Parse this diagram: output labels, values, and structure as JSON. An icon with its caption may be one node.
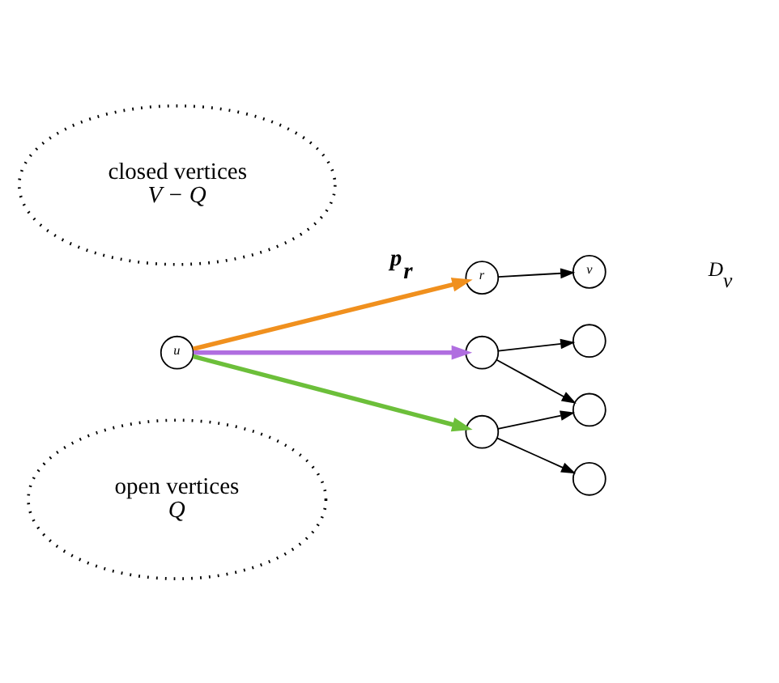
{
  "diagram": {
    "nodes": [
      {
        "text": [
          "closed vertices",
          "V − Q"
        ]
      },
      {
        "text": [
          "open vertices",
          "Q"
        ]
      },
      {
        "text": [
          "u"
        ]
      },
      {
        "text": [
          "r"
        ]
      },
      {
        "text": [
          "v"
        ]
      },
      {
        "text": [],
        "shape": "circle"
      },
      {
        "text": [],
        "shape": "circle"
      },
      {
        "text": [],
        "shape": "circle"
      },
      {
        "text": [],
        "shape": "circle"
      },
      {
        "text": [],
        "shape": "circle"
      }
    ],
    "edges": [
      {
        "from": 2,
        "to": 3,
        "arrow": "to",
        "label": "p$_{r}$",
        "style": "thick",
        "color": "#f0901e"
      },
      {
        "from": 2,
        "to": 6,
        "arrow": "to",
        "style": "thick",
        "color": "#b06ee0"
      },
      {
        "from": 2,
        "to": 8,
        "arrow": "to",
        "style": "thick",
        "color": "#6cbf3a"
      },
      {
        "from": 3,
        "to": 4,
        "arrow": "to"
      },
      {
        "from": 6,
        "to": 5,
        "arrow": "to"
      },
      {
        "from": 6,
        "to": 7,
        "arrow": "to"
      },
      {
        "from": 8,
        "to": 7,
        "arrow": "to"
      },
      {
        "from": 8,
        "to": 9,
        "arrow": "to"
      }
    ],
    "labels": [
      "D$_{v}$"
    ]
  }
}
